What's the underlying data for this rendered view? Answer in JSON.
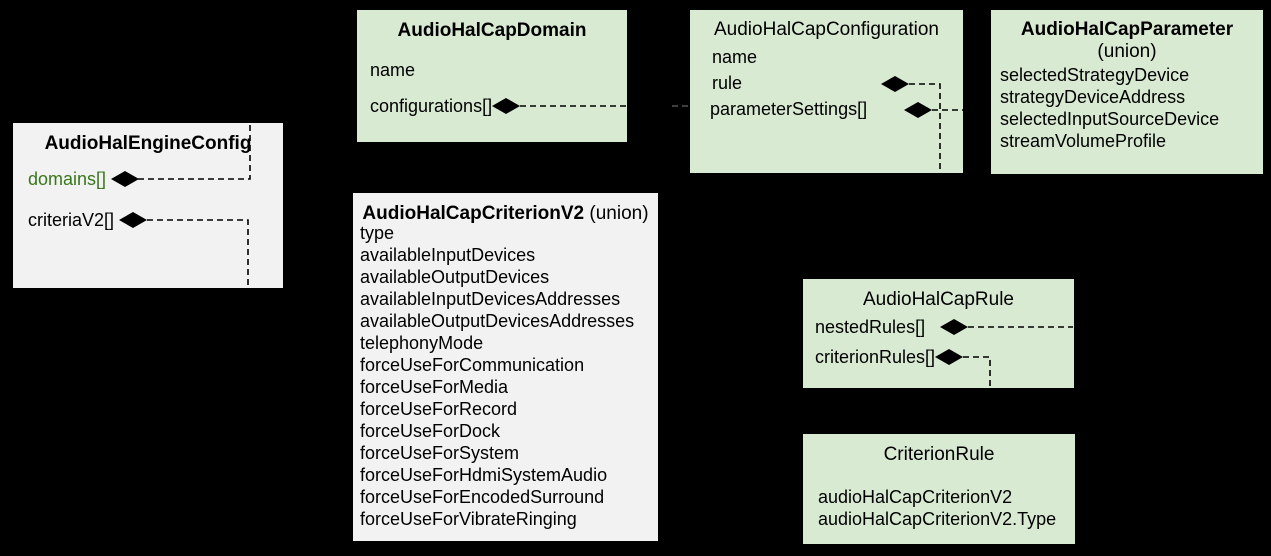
{
  "colors": {
    "background": "#000000",
    "box_green": "#d9ead3",
    "box_gray": "#f2f2f2",
    "green_field_text": "#38761d",
    "connector_line": "#000000"
  },
  "boxes": {
    "engine_config": {
      "title": "AudioHalEngineConfig",
      "fields": [
        "domains[]",
        "criteriaV2[]"
      ]
    },
    "domain": {
      "title": "AudioHalCapDomain",
      "fields": [
        "name",
        "configurations[]"
      ]
    },
    "configuration": {
      "title": "AudioHalCapConfiguration",
      "fields": [
        "name",
        "rule",
        "parameterSettings[]"
      ]
    },
    "parameter": {
      "title": "AudioHalCapParameter",
      "subtitle": "(union)",
      "fields": [
        "selectedStrategyDevice",
        "strategyDeviceAddress",
        "selectedInputSourceDevice",
        "streamVolumeProfile"
      ]
    },
    "criterion_v2": {
      "title": "AudioHalCapCriterionV2",
      "subtitle": "(union)",
      "fields": [
        "type",
        "availableInputDevices",
        "availableOutputDevices",
        "availableInputDevicesAddresses",
        "availableOutputDevicesAddresses",
        "telephonyMode",
        "forceUseForCommunication",
        "forceUseForMedia",
        "forceUseForRecord",
        "forceUseForDock",
        "forceUseForSystem",
        "forceUseForHdmiSystemAudio",
        "forceUseForEncodedSurround",
        "forceUseForVibrateRinging"
      ]
    },
    "rule": {
      "title": "AudioHalCapRule",
      "fields": [
        "nestedRules[]",
        "criterionRules[]"
      ]
    },
    "criterion_rule": {
      "title": "CriterionRule",
      "fields": [
        "audioHalCapCriterionV2",
        "audioHalCapCriterionV2.Type"
      ]
    }
  }
}
